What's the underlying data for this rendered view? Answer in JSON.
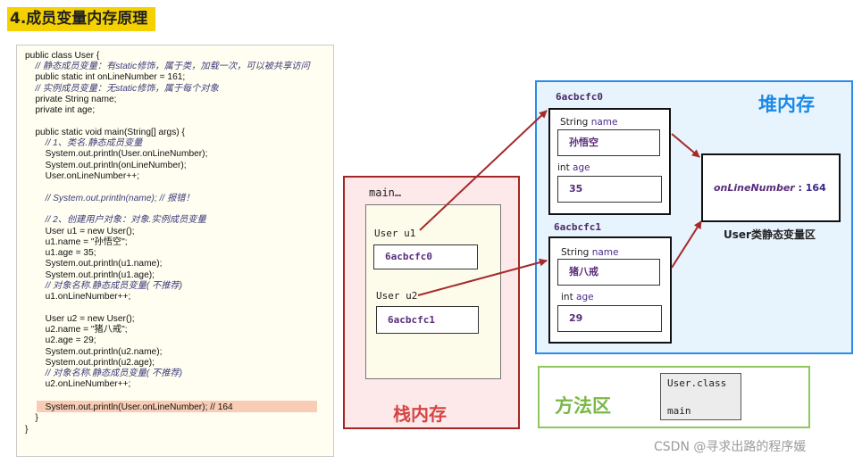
{
  "slide": {
    "title": "4.成员变量内存原理"
  },
  "code": {
    "lines": [
      {
        "text": "public class User {",
        "comment": false
      },
      {
        "text": "    // 静态成员变量：有static修饰，属于类，加载一次，可以被共享访问",
        "comment": true
      },
      {
        "text": "    public static int onLineNumber = 161;",
        "comment": false
      },
      {
        "text": "    // 实例成员变量：无static修饰，属于每个对象",
        "comment": true
      },
      {
        "text": "    private String name;",
        "comment": false
      },
      {
        "text": "    private int age;",
        "comment": false
      },
      {
        "text": "",
        "comment": false
      },
      {
        "text": "    public static void main(String[] args) {",
        "comment": false
      },
      {
        "text": "        // 1、类名.静态成员变量",
        "comment": true
      },
      {
        "text": "        System.out.println(User.onLineNumber);",
        "comment": false
      },
      {
        "text": "        System.out.println(onLineNumber);",
        "comment": false
      },
      {
        "text": "        User.onLineNumber++;",
        "comment": false
      },
      {
        "text": "",
        "comment": false
      },
      {
        "text": "        // System.out.println(name); // 报错！",
        "comment": true
      },
      {
        "text": "",
        "comment": false
      },
      {
        "text": "        // 2、创建用户对象：对象.实例成员变量",
        "comment": true
      },
      {
        "text": "        User u1 = new User();",
        "comment": false
      },
      {
        "text": "        u1.name = \"孙悟空\";",
        "comment": false
      },
      {
        "text": "        u1.age = 35;",
        "comment": false
      },
      {
        "text": "        System.out.println(u1.name);",
        "comment": false
      },
      {
        "text": "        System.out.println(u1.age);",
        "comment": false
      },
      {
        "text": "        // 对象名称.静态成员变量( 不推荐)",
        "comment": true
      },
      {
        "text": "        u1.onLineNumber++;",
        "comment": false
      },
      {
        "text": "",
        "comment": false
      },
      {
        "text": "        User u2 = new User();",
        "comment": false
      },
      {
        "text": "        u2.name = \"猪八戒\";",
        "comment": false
      },
      {
        "text": "        u2.age = 29;",
        "comment": false
      },
      {
        "text": "        System.out.println(u2.name);",
        "comment": false
      },
      {
        "text": "        System.out.println(u2.age);",
        "comment": false
      },
      {
        "text": "        // 对象名称.静态成员变量( 不推荐)",
        "comment": true
      },
      {
        "text": "        u2.onLineNumber++;",
        "comment": false
      },
      {
        "text": "",
        "comment": false
      },
      {
        "text": "        System.out.println(User.onLineNumber); // 164",
        "comment": false
      },
      {
        "text": "    }",
        "comment": false
      },
      {
        "text": "}",
        "comment": false
      }
    ]
  },
  "stack": {
    "title": "栈内存",
    "frame_label": "main…",
    "vars": [
      {
        "label": "User u1",
        "ref": "6acbcfc0"
      },
      {
        "label": "User u2",
        "ref": "6acbcfc1"
      }
    ]
  },
  "heap": {
    "title": "堆内存",
    "objects": [
      {
        "address": "6acbcfc0",
        "name_type": "String",
        "name_field": "name",
        "name_value": "孙悟空",
        "age_type": "int",
        "age_field": "age",
        "age_value": "35"
      },
      {
        "address": "6acbcfc1",
        "name_type": "String",
        "name_field": "name",
        "name_value": "猪八戒",
        "age_type": "int",
        "age_field": "age",
        "age_value": "29"
      }
    ],
    "static_area": {
      "var_name": "onLineNumber",
      "separator": " : ",
      "value": "164",
      "label": "User类静态变量区"
    }
  },
  "method_area": {
    "title": "方法区",
    "class_name": "User.class",
    "method": "main"
  },
  "watermark": "CSDN @寻求出路的程序媛",
  "colors": {
    "stack_border": "#a52525",
    "heap_border": "#2a8ce8",
    "method_border": "#8cc85a",
    "arrow": "#a52a2a"
  }
}
